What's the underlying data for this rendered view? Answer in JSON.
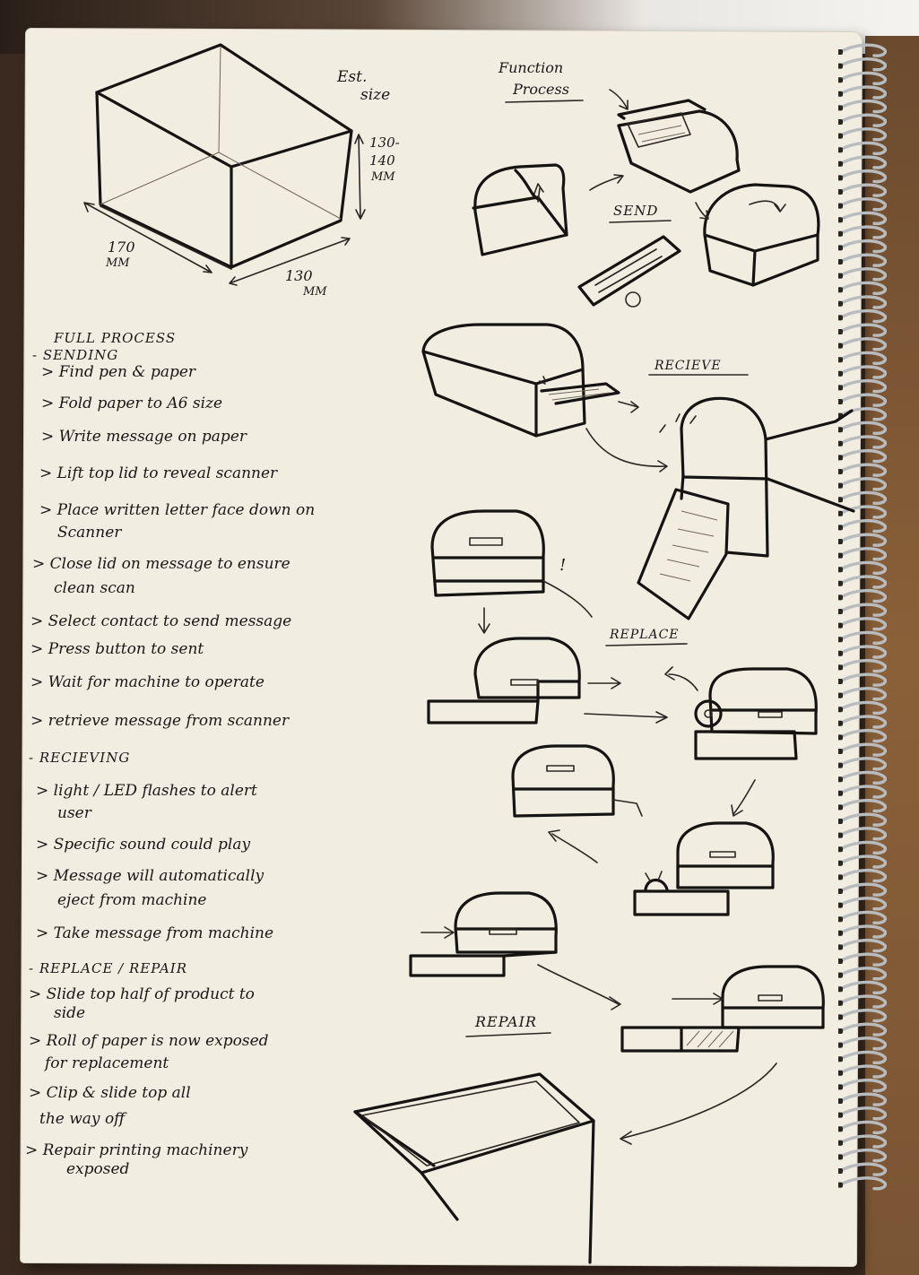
{
  "sketch": {
    "dimensions": {
      "est_size_line1": "Est.",
      "est_size_line2": "size",
      "height_line1": "130-",
      "height_line2": "140",
      "height_unit": "MM",
      "length_value": "170",
      "length_unit": "MM",
      "width_value": "130",
      "width_unit": "MM"
    },
    "function_process": {
      "title_line1": "Function",
      "title_line2": "Process",
      "send_label": "SEND",
      "receive_label": "RECIEVE",
      "replace_label": "REPLACE",
      "repair_label": "REPAIR",
      "exclamation": "!"
    },
    "notes": {
      "title": "FULL PROCESS",
      "sending": {
        "heading": "- SENDING",
        "steps": [
          "> Find pen & paper",
          "> Fold paper to A6 size",
          "> Write message on paper",
          "> Lift top lid to reveal scanner",
          "> Place written letter face down on",
          "Scanner",
          "> Close lid on message to ensure",
          "clean scan",
          "> Select contact to send message",
          "> Press button to sent",
          "> Wait for machine to operate",
          "> retrieve message from scanner"
        ]
      },
      "receiving": {
        "heading": "- RECIEVING",
        "steps": [
          "> light / LED flashes to alert",
          "user",
          "> Specific sound could play",
          "> Message will automatically",
          "eject from machine",
          "> Take message from machine"
        ]
      },
      "replace_repair": {
        "heading": "- REPLACE / REPAIR",
        "steps": [
          "> Slide top half of product to",
          "side",
          "> Roll of paper is now exposed",
          "for replacement",
          "> Clip & slide top all",
          "the way off",
          "> Repair printing machinery",
          "exposed"
        ]
      }
    }
  }
}
